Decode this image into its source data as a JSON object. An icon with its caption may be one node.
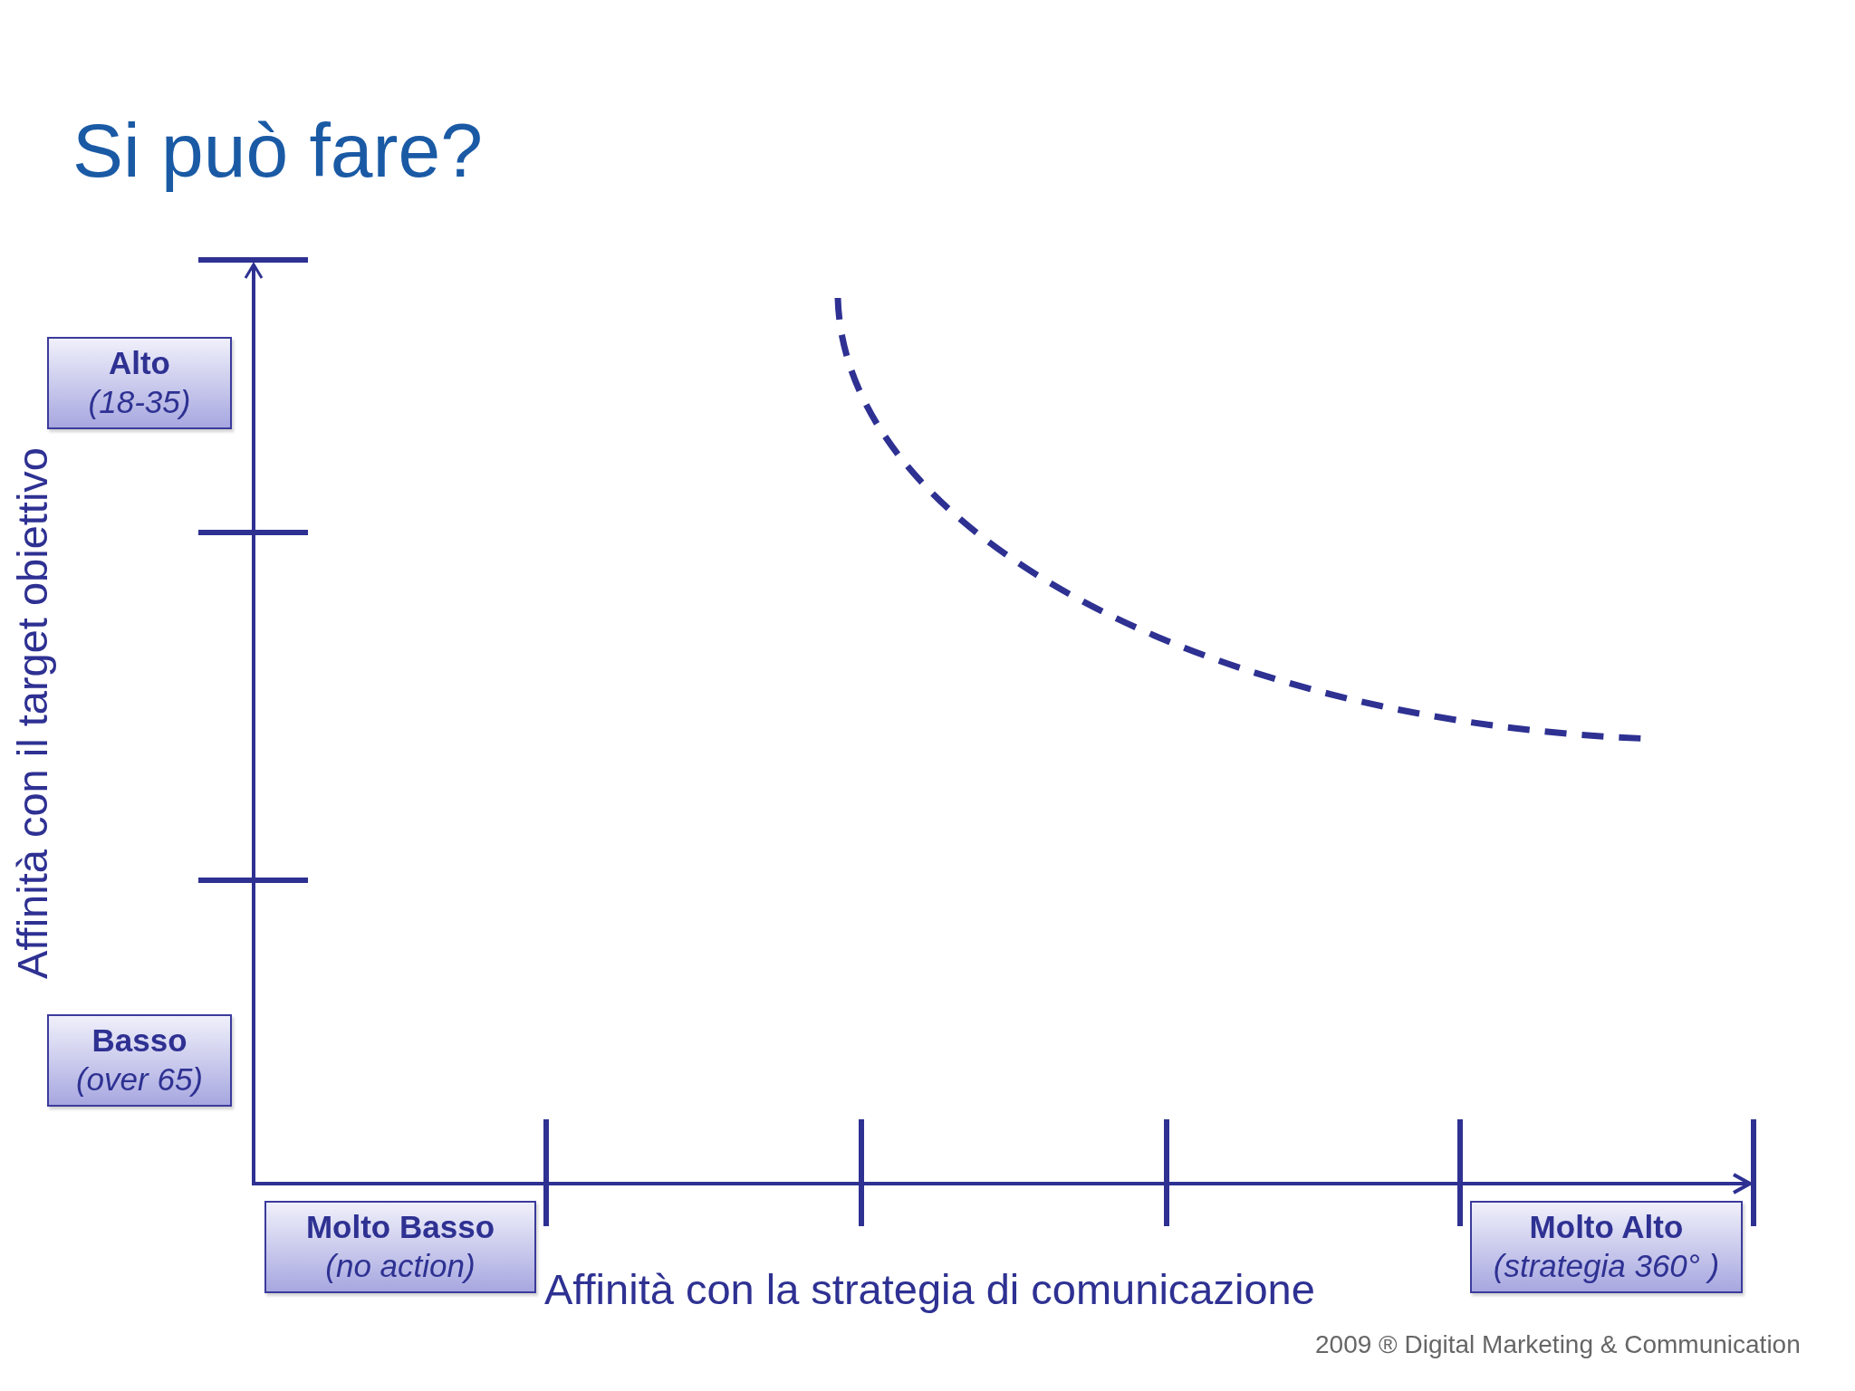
{
  "diagram": {
    "title": "Si può fare?",
    "nodes": [
      {
        "text": [
          "Alto",
          "(18-35)"
        ]
      },
      {
        "text": [
          "Basso",
          "(over 65)"
        ]
      },
      {
        "text": [
          "Molto Basso",
          "(no action)"
        ]
      },
      {
        "text": [
          "Molto Alto",
          "(strategia 360° )"
        ]
      }
    ],
    "labels": [
      "Affinità con il target obiettivo",
      "Affinità con la strategia di comunicazione",
      "2009 ® Digital Marketing & Communication"
    ]
  }
}
